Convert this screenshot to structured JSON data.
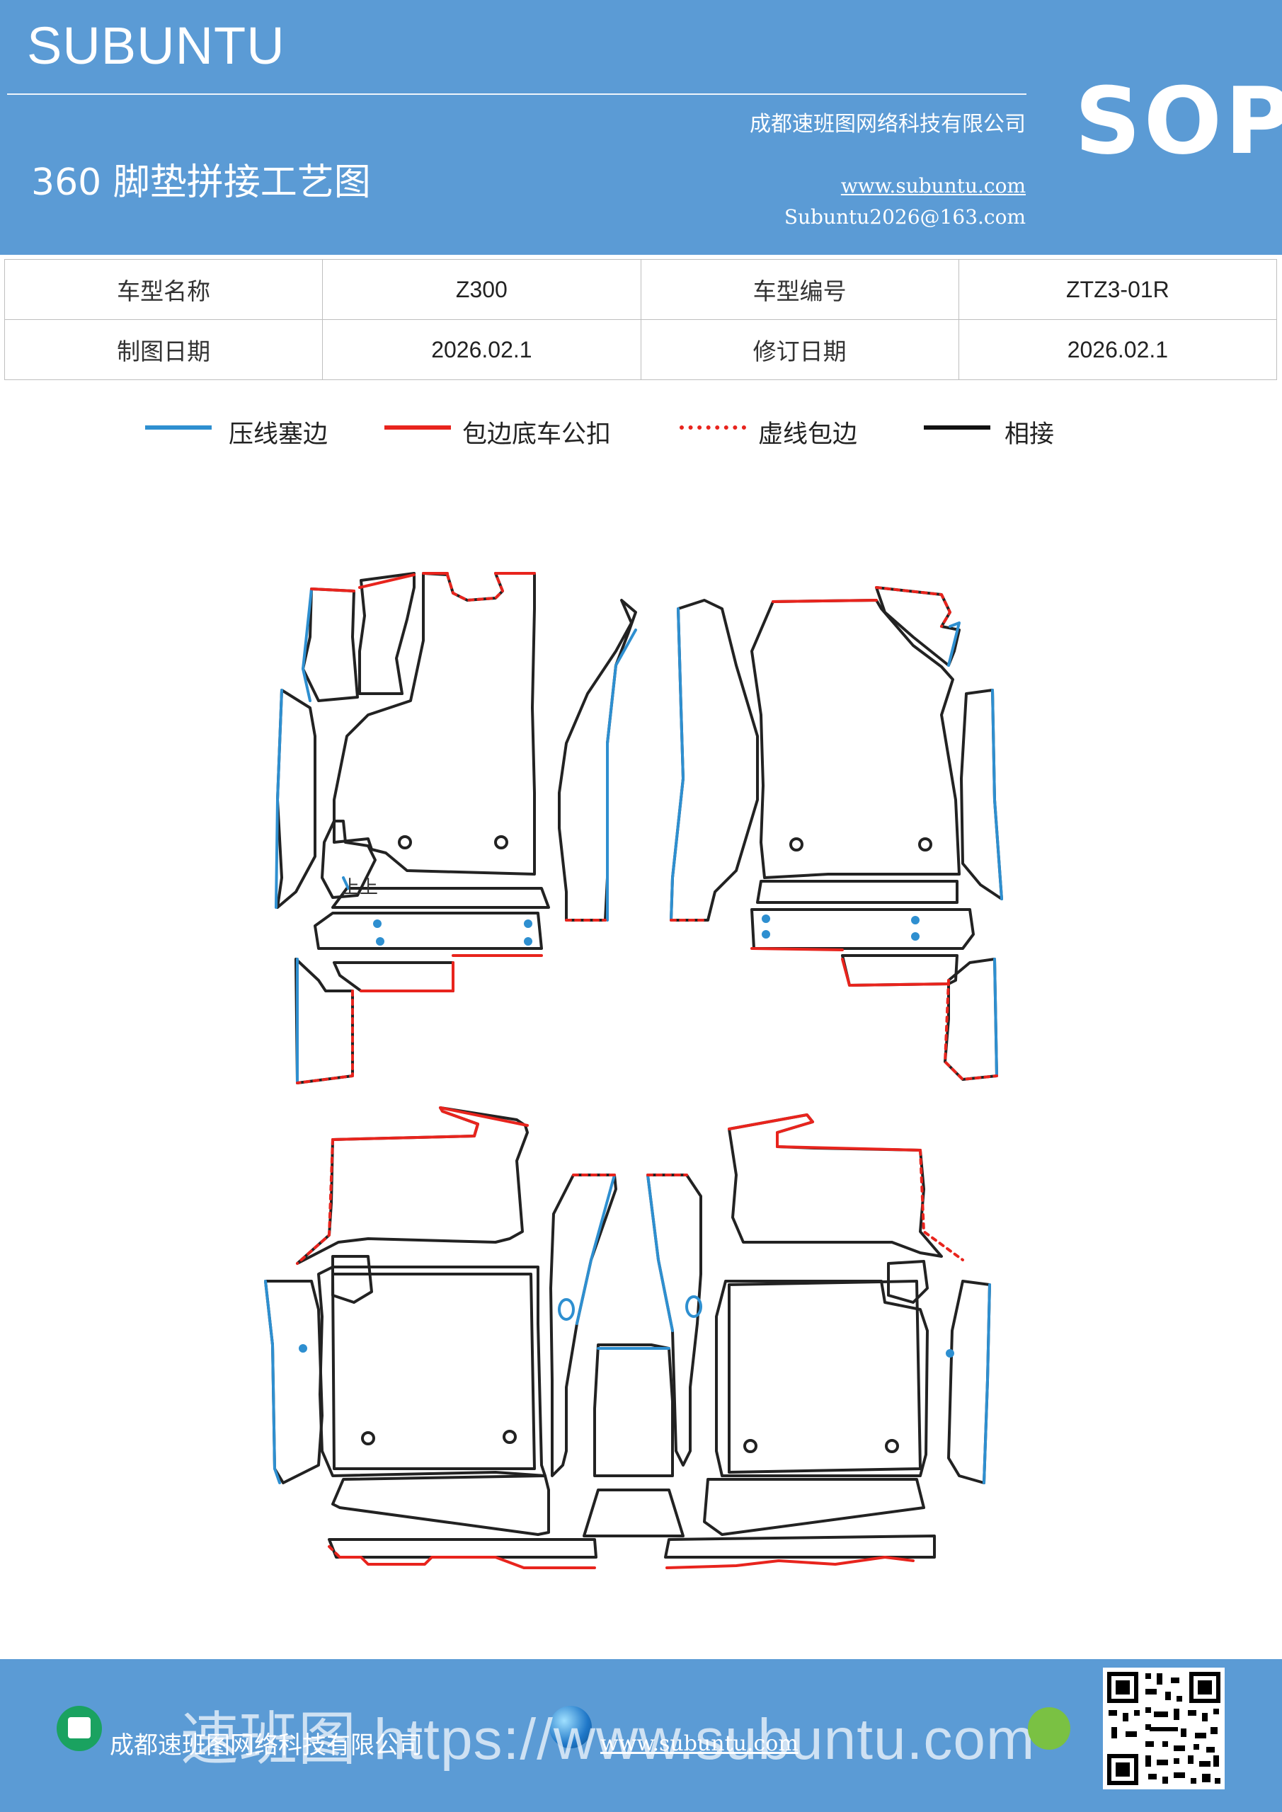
{
  "header": {
    "brand": "SUBUNTU",
    "company": "成都速班图网络科技有限公司",
    "badge": "SOP",
    "title": "360 脚垫拼接工艺图",
    "website": "www.subuntu.com",
    "email": "Subuntu2026@163.com"
  },
  "info_table": {
    "model_name_label": "车型名称",
    "model_name_value": "Z300",
    "model_code_label": "车型编号",
    "model_code_value": "ZTZ3-01R",
    "draw_date_label": "制图日期",
    "draw_date_value": "2026.02.1",
    "revise_date_label": "修订日期",
    "revise_date_value": "2026.02.1"
  },
  "legend": [
    {
      "label": "压线塞边",
      "color": "#2e8fd0",
      "style": "solid"
    },
    {
      "label": "包边底车公扣",
      "color": "#e8241d",
      "style": "solid"
    },
    {
      "label": "虚线包边",
      "color": "#e8241d",
      "style": "dotted"
    },
    {
      "label": "相接",
      "color": "#111111",
      "style": "solid"
    }
  ],
  "diagram": {
    "mark_text": "上上"
  },
  "footer": {
    "company": "成都速班图网络科技有限公司",
    "website": "www.subuntu.com",
    "overlay_text": "速班图 https://www.subuntu.com"
  },
  "colors": {
    "brand_blue": "#5b9bd5",
    "press_blue": "#2e8fd0",
    "wrap_red": "#e8241d",
    "join_black": "#222222"
  }
}
